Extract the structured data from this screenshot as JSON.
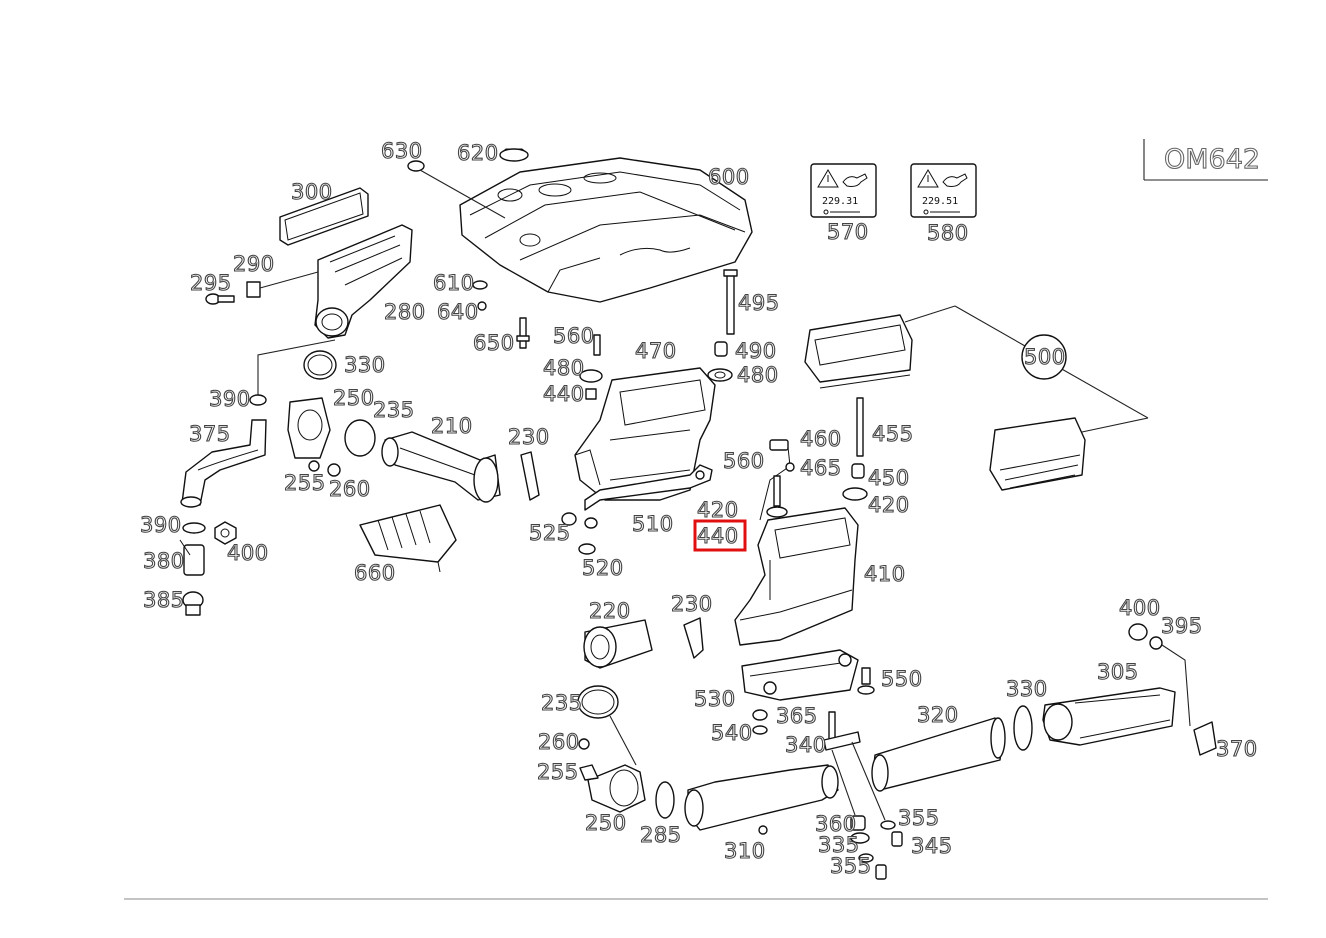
{
  "diagram": {
    "engine_code": "OM642",
    "highlighted_callout": "440",
    "highlight_color": "#e01010",
    "stickers": [
      {
        "code": "229.31"
      },
      {
        "code": "229.51"
      }
    ],
    "callouts": [
      "630",
      "620",
      "600",
      "300",
      "290",
      "295",
      "280",
      "610",
      "640",
      "650",
      "560",
      "480",
      "440",
      "470",
      "495",
      "490",
      "480",
      "500",
      "570",
      "580",
      "330",
      "390",
      "250",
      "235",
      "210",
      "230",
      "375",
      "255",
      "260",
      "455",
      "460",
      "465",
      "560",
      "450",
      "420",
      "420",
      "440",
      "525",
      "510",
      "520",
      "390",
      "400",
      "380",
      "385",
      "660",
      "410",
      "220",
      "230",
      "400",
      "395",
      "305",
      "550",
      "530",
      "365",
      "330",
      "320",
      "370",
      "235",
      "540",
      "340",
      "260",
      "255",
      "250",
      "285",
      "310",
      "355",
      "360",
      "335",
      "345",
      "355"
    ]
  }
}
